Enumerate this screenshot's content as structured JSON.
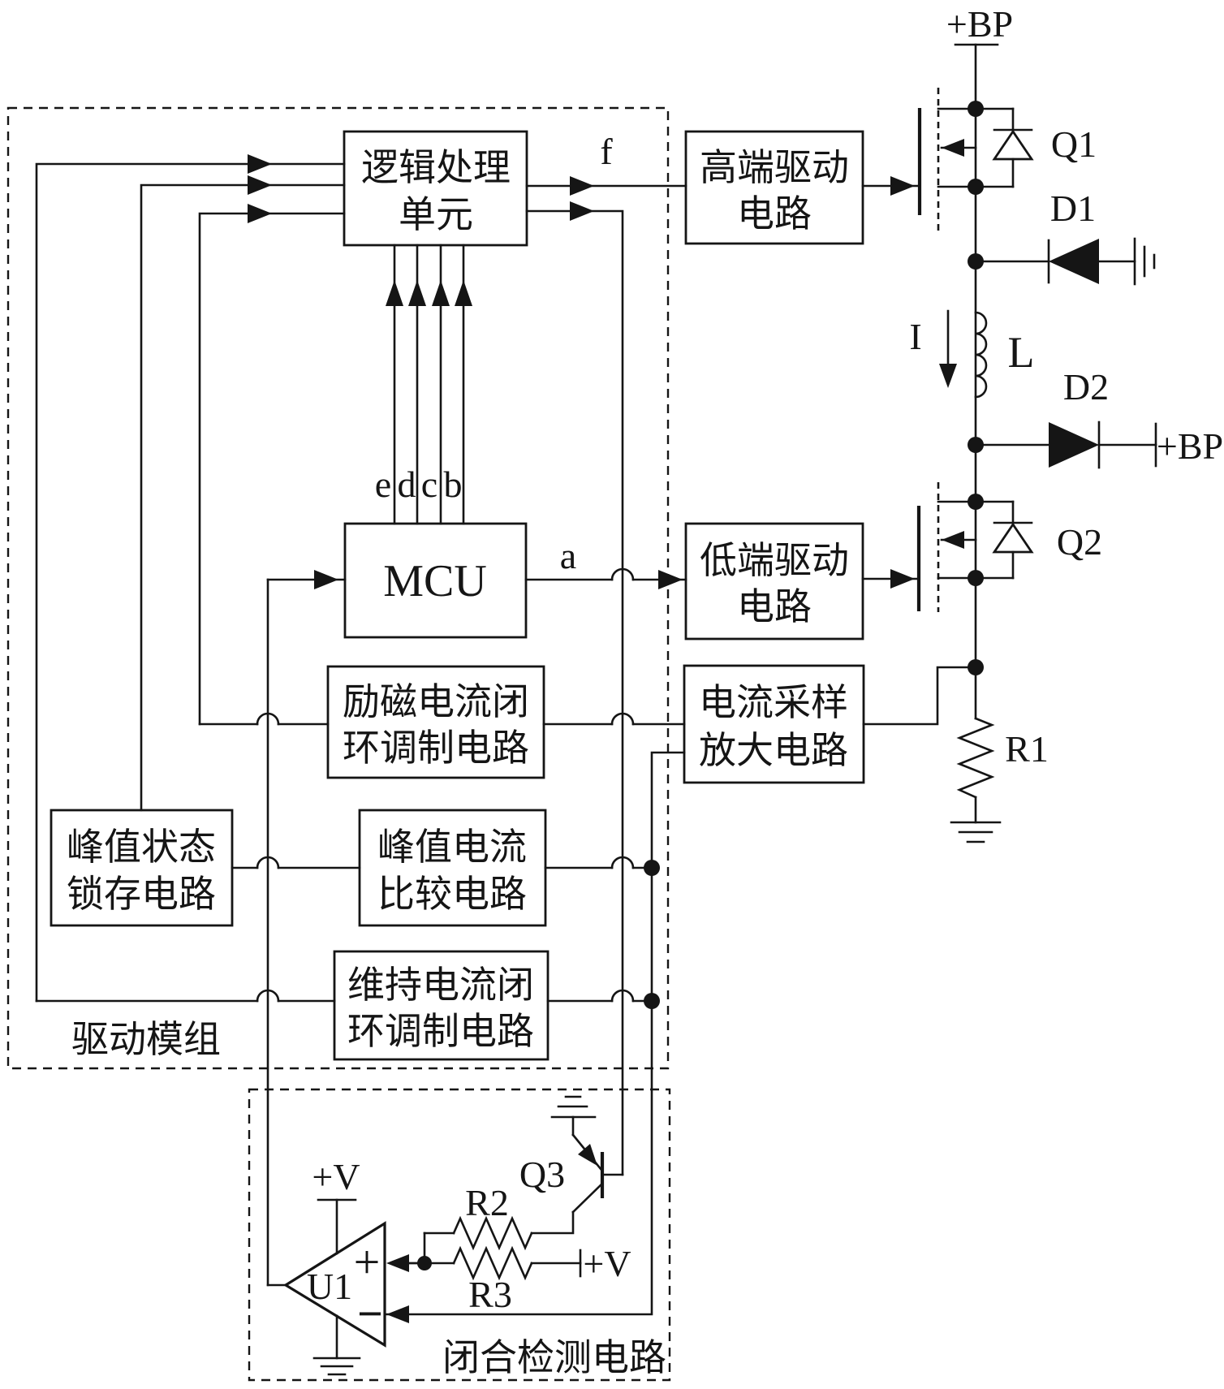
{
  "diagram_title": "solenoid-valve drive module circuit diagram",
  "colors": {
    "ink": "#151515",
    "background": "#ffffff"
  },
  "modules": {
    "drive_module": "驱动模组",
    "closure_detect": "闭合检测电路"
  },
  "blocks": {
    "logic_unit": {
      "line1": "逻辑处理",
      "line2": "单元"
    },
    "high_side_drive": {
      "line1": "高端驱动",
      "line2": "电路"
    },
    "mcu": {
      "label": "MCU"
    },
    "low_side_drive": {
      "line1": "低端驱动",
      "line2": "电路"
    },
    "excitation_loop": {
      "line1": "励磁电流闭",
      "line2": "环调制电路"
    },
    "current_sample_amp": {
      "line1": "电流采样",
      "line2": "放大电路"
    },
    "peak_state_latch": {
      "line1": "峰值状态",
      "line2": "锁存电路"
    },
    "peak_current_cmp": {
      "line1": "峰值电流",
      "line2": "比较电路"
    },
    "hold_current_loop": {
      "line1": "维持电流闭",
      "line2": "环调制电路"
    }
  },
  "power": {
    "bp_top": "+BP",
    "bp_right": "+BP",
    "v_opamp": "+V",
    "v_r3": "+V"
  },
  "components": {
    "q1": "Q1",
    "q2": "Q2",
    "q3": "Q3",
    "d1": "D1",
    "d2": "D2",
    "inductor": "L",
    "r1": "R1",
    "r2": "R2",
    "r3": "R3",
    "opamp": "U1"
  },
  "signals": {
    "a": "a",
    "b": "b",
    "c": "c",
    "d": "d",
    "e": "e",
    "f": "f",
    "current": "I"
  },
  "opamp_pins": {
    "plus": "+",
    "minus": "−"
  }
}
